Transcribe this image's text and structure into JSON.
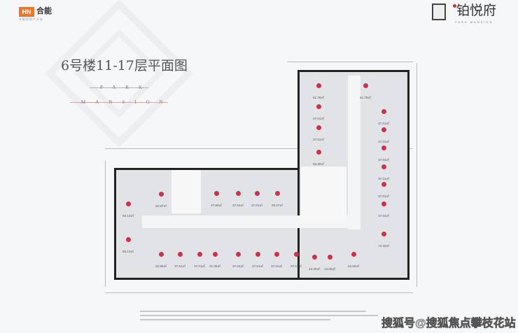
{
  "header": {
    "logo_mark": "HN",
    "logo_text": "合能",
    "logo_sub": "合能房地产开发",
    "brand_name": "铂悦府",
    "brand_sub": "PARK MANSION"
  },
  "title": "6号楼11-17层平面图",
  "park": "PARK",
  "mansion": "MANSION",
  "units": [
    {
      "area": "61.78㎡"
    },
    {
      "area": "61.78㎡"
    },
    {
      "area": "37.01㎡"
    },
    {
      "area": "37.01㎡"
    },
    {
      "area": "37.01㎡"
    },
    {
      "area": "37.01㎡"
    },
    {
      "area": "53.30㎡"
    },
    {
      "area": "37.01㎡"
    },
    {
      "area": "37.01㎡"
    },
    {
      "area": "37.01㎡"
    },
    {
      "area": "37.01㎡"
    },
    {
      "area": "72.32㎡"
    },
    {
      "area": "83.13㎡"
    },
    {
      "area": "52.87㎡"
    },
    {
      "area": "47.83㎡"
    },
    {
      "area": "37.04㎡"
    },
    {
      "area": "37.01㎡"
    },
    {
      "area": "36.07㎡"
    },
    {
      "area": "83.13㎡"
    },
    {
      "area": "52.80㎡"
    },
    {
      "area": "37.61㎡"
    },
    {
      "area": "37.01㎡"
    },
    {
      "area": "31.35㎡"
    },
    {
      "area": "37.04㎡"
    },
    {
      "area": "37.61㎡"
    },
    {
      "area": "37.01㎡"
    },
    {
      "area": "37.61㎡"
    },
    {
      "area": "24.30㎡"
    },
    {
      "area": "13.09㎡"
    },
    {
      "area": "52.60㎡"
    }
  ],
  "watermark": "搜狐号@搜狐焦点攀枝花站",
  "colors": {
    "marker": "#c8344a",
    "accent": "#e8772e"
  }
}
